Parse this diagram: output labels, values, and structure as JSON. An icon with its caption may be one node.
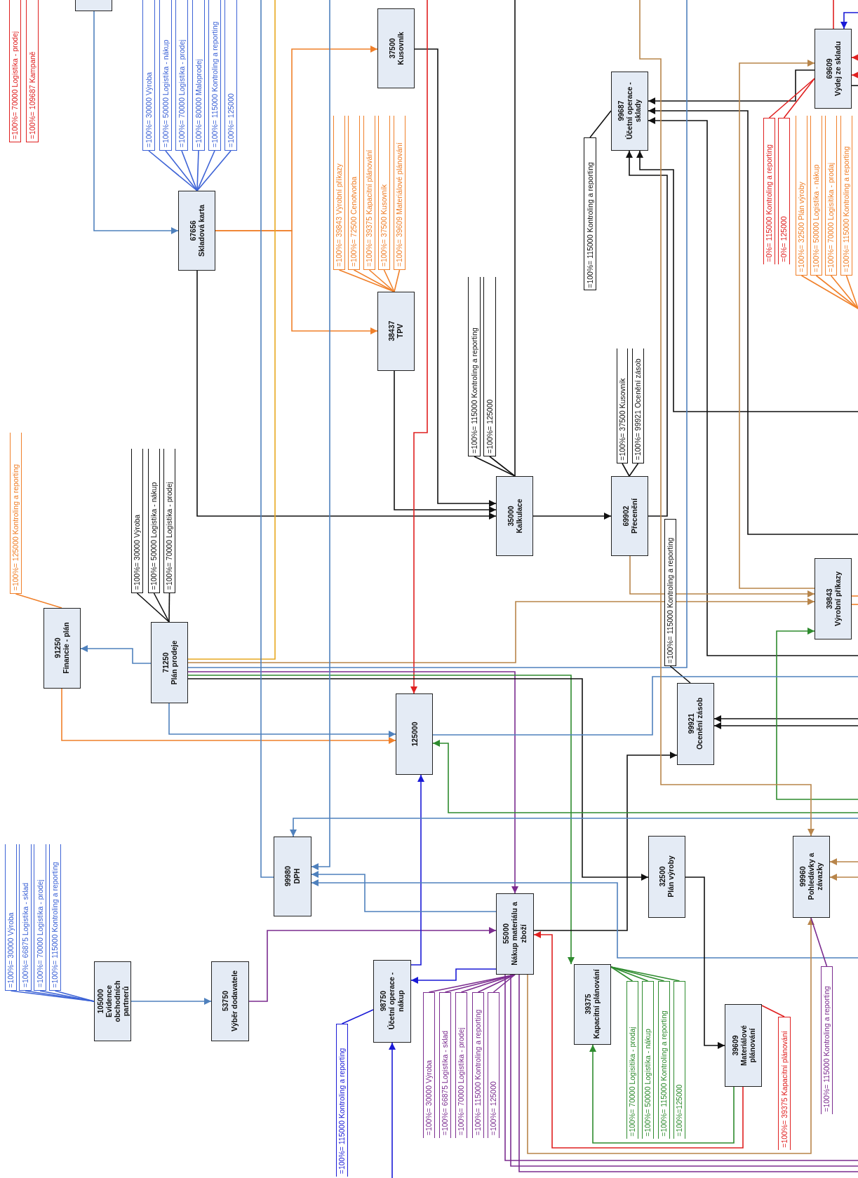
{
  "diagram": {
    "nodes": [
      {
        "text": [],
        "shape": "box"
      },
      {
        "text": [
          "=100%= 70000 Logistika - prodej"
        ]
      },
      {
        "text": [
          "=100%= 109687 Kampaně"
        ]
      },
      {
        "text": [
          "=100%= 30000 Výroba"
        ]
      },
      {
        "text": [
          "=100%= 50000 Logistika - nákup"
        ]
      },
      {
        "text": [
          "=100%= 70000 Logistika - prodej"
        ]
      },
      {
        "text": [
          "=100%= 80000 Maloprodej"
        ]
      },
      {
        "text": [
          "=100%= 115000 Kontroling a reporting"
        ]
      },
      {
        "text": [
          "=100%= 125000"
        ]
      },
      {
        "text": [
          "67656",
          "Skladová karta"
        ]
      },
      {
        "text": [
          "37500",
          "Kusovník"
        ]
      },
      {
        "text": [
          "=100%= 39843 Výrobní příkazy"
        ]
      },
      {
        "text": [
          "=100%= 72500 Cenotvorba"
        ]
      },
      {
        "text": [
          "=100%= 39375 Kapacitní plánování"
        ]
      },
      {
        "text": [
          "=100%= 37500 Kusovník"
        ]
      },
      {
        "text": [
          "=100%= 39609 Materiálové plánování"
        ]
      },
      {
        "text": [
          "38437",
          "TPV"
        ]
      },
      {
        "text": [
          "99687",
          "Účetní operace - sklady"
        ]
      },
      {
        "text": [
          "=100%= 115000 Kontroling a reporting"
        ]
      },
      {
        "text": [
          "69609",
          "Výdej ze skladu"
        ]
      },
      {
        "text": [
          "=0%= 115000 Kontroling a reporting"
        ]
      },
      {
        "text": [
          "=0%= 125000"
        ]
      },
      {
        "text": [
          "=100%= 32500 Plán výroby"
        ]
      },
      {
        "text": [
          "=100%= 50000 Logistika - nákup"
        ]
      },
      {
        "text": [
          "=100%= 70000 Logisitika - prodaj"
        ]
      },
      {
        "text": [
          "=100%= 115000 Kontroling a reporting"
        ]
      },
      {
        "text": [
          "=100%= 115000 Kontroling a reporting"
        ]
      },
      {
        "text": [
          "=100%= 125000"
        ]
      },
      {
        "text": [
          "35000",
          "Kalkulace"
        ]
      },
      {
        "text": [
          "=100%= 37500 Kusovník"
        ]
      },
      {
        "text": [
          "=100%= 99921 Ocenění zásob"
        ]
      },
      {
        "text": [
          "69902",
          "Přecenění"
        ]
      },
      {
        "text": [
          "=100%= 125000 Kontroling a reporting"
        ]
      },
      {
        "text": [
          "91250",
          "Financie - plán"
        ]
      },
      {
        "text": [
          "=100%= 30000 Výroba"
        ]
      },
      {
        "text": [
          "=100%= 50000 Logistika - nákup"
        ]
      },
      {
        "text": [
          "=100%= 70000 Logistika - prodej"
        ]
      },
      {
        "text": [
          "71250",
          "Plán prodeje"
        ]
      },
      {
        "text": [
          "=100%= 115000 Kontroling a reporting"
        ]
      },
      {
        "text": [
          "39843",
          "Výrobní příkazy"
        ]
      },
      {
        "text": [
          "125000"
        ]
      },
      {
        "text": [
          "99921",
          "Ocenění zásob"
        ]
      },
      {
        "text": [
          "=100%= 30000 Výroba"
        ]
      },
      {
        "text": [
          "=100%= 66875 Logistika - sklad"
        ]
      },
      {
        "text": [
          "=100%= 70000 Logistika - prodej"
        ]
      },
      {
        "text": [
          "=100%= 115000 Kontroling a reporting"
        ]
      },
      {
        "text": [
          "99980",
          "DPH"
        ]
      },
      {
        "text": [
          "105000",
          "Evidence obchodních partnerů"
        ]
      },
      {
        "text": [
          "53750",
          "Výběr dodavatele"
        ]
      },
      {
        "text": [
          "98750",
          "Účetní operace - nákup"
        ]
      },
      {
        "text": [
          "=100%= 115000 Kontroling a reporting"
        ]
      },
      {
        "text": [
          "55000",
          "Nákup materiálu a zboží"
        ]
      },
      {
        "text": [
          "32500",
          "Plán výroby"
        ]
      },
      {
        "text": [
          "99960",
          "Pohledávky a závazky"
        ]
      },
      {
        "text": [
          "39375",
          "Kapacitní plánování"
        ]
      },
      {
        "text": [
          "=100%= 30000 Výroba"
        ]
      },
      {
        "text": [
          "=100%= 66875 Logistika - sklad"
        ]
      },
      {
        "text": [
          "=100%= 70000 Logistika - prodej"
        ]
      },
      {
        "text": [
          "=100%= 115000 Kontroling a reporting"
        ]
      },
      {
        "text": [
          "=100%= 125000"
        ]
      },
      {
        "text": [
          "=100%= 70000 Logisitika - prodaj"
        ]
      },
      {
        "text": [
          "=100%= 50000 Logistika - nákup"
        ]
      },
      {
        "text": [
          "=100%= 115000 Kontroling a reporting"
        ]
      },
      {
        "text": [
          "=100%=125000"
        ]
      },
      {
        "text": [
          "39609",
          "Materiálové plánování"
        ]
      },
      {
        "text": [
          "=100%= 39375 Kapacitní plánování"
        ]
      },
      {
        "text": [
          "=100%= 115000 Kontroling a reporting"
        ]
      }
    ],
    "edges": [
      {
        "from": 0,
        "to": 9,
        "arrow": "to",
        "color": "#4f81bd"
      },
      {
        "from": 9,
        "to": 10,
        "arrow": "to",
        "color": "#f0802a"
      },
      {
        "from": 9,
        "to": 16,
        "arrow": "to",
        "color": "#f0802a"
      },
      {
        "from": 3,
        "to": 9,
        "arrow": "none",
        "color": "#3d63d6"
      },
      {
        "from": 4,
        "to": 9,
        "arrow": "none",
        "color": "#3d63d6"
      },
      {
        "from": 5,
        "to": 9,
        "arrow": "none",
        "color": "#3d63d6"
      },
      {
        "from": 6,
        "to": 9,
        "arrow": "none",
        "color": "#3d63d6"
      },
      {
        "from": 7,
        "to": 9,
        "arrow": "none",
        "color": "#3d63d6"
      },
      {
        "from": 8,
        "to": 9,
        "arrow": "none",
        "color": "#3d63d6"
      },
      {
        "from": 11,
        "to": 16,
        "arrow": "none",
        "color": "#f0802a"
      },
      {
        "from": 12,
        "to": 16,
        "arrow": "none",
        "color": "#f0802a"
      },
      {
        "from": 13,
        "to": 16,
        "arrow": "none",
        "color": "#f0802a"
      },
      {
        "from": 14,
        "to": 16,
        "arrow": "none",
        "color": "#f0802a"
      },
      {
        "from": 15,
        "to": 16,
        "arrow": "none",
        "color": "#f0802a"
      },
      {
        "from": 10,
        "to": 28,
        "arrow": "to"
      },
      {
        "from": 16,
        "to": 28,
        "arrow": "to"
      },
      {
        "from": 9,
        "to": 28,
        "arrow": "to"
      },
      {
        "from": null,
        "to": 28,
        "arrow": "none"
      },
      {
        "from": 26,
        "to": 28,
        "arrow": "none"
      },
      {
        "from": 27,
        "to": 28,
        "arrow": "none"
      },
      {
        "from": 28,
        "to": 31,
        "arrow": "to"
      },
      {
        "from": 29,
        "to": 31,
        "arrow": "none"
      },
      {
        "from": 30,
        "to": 31,
        "arrow": "none"
      },
      {
        "from": 31,
        "to": 17,
        "arrow": "to"
      },
      {
        "from": null,
        "to": 17,
        "arrow": "to"
      },
      {
        "from": 18,
        "to": 17,
        "arrow": "none"
      },
      {
        "from": 19,
        "to": 17,
        "arrow": "to"
      },
      {
        "from": null,
        "to": 17,
        "arrow": "to"
      },
      {
        "from": null,
        "to": 17,
        "arrow": "to"
      },
      {
        "from": 20,
        "to": 19,
        "arrow": "none",
        "color": "#e02020"
      },
      {
        "from": 21,
        "to": 19,
        "arrow": "none",
        "color": "#e02020"
      },
      {
        "from": 22,
        "to": null,
        "arrow": "none",
        "color": "#f0802a"
      },
      {
        "from": 23,
        "to": null,
        "arrow": "none",
        "color": "#f0802a"
      },
      {
        "from": 24,
        "to": null,
        "arrow": "none",
        "color": "#f0802a"
      },
      {
        "from": 25,
        "to": null,
        "arrow": "none",
        "color": "#f0802a"
      },
      {
        "from": null,
        "to": 19,
        "arrow": "to",
        "color": "#1a1ad6"
      },
      {
        "from": null,
        "to": 19,
        "arrow": "none",
        "color": "#e02020"
      },
      {
        "from": null,
        "to": 19,
        "arrow": "to",
        "color": "#e02020"
      },
      {
        "from": null,
        "to": 19,
        "arrow": "to",
        "color": "#e02020"
      },
      {
        "from": 19,
        "to": null,
        "arrow": "none"
      },
      {
        "from": 39,
        "to": 19,
        "arrow": "to",
        "color": "#b8854a"
      },
      {
        "from": 31,
        "to": 39,
        "arrow": "to",
        "color": "#b8854a"
      },
      {
        "from": 37,
        "to": 39,
        "arrow": "to",
        "color": "#b8854a"
      },
      {
        "from": 32,
        "to": 33,
        "arrow": "none",
        "color": "#f0802a"
      },
      {
        "from": 34,
        "to": 37,
        "arrow": "none"
      },
      {
        "from": 35,
        "to": 37,
        "arrow": "none"
      },
      {
        "from": 36,
        "to": 37,
        "arrow": "none"
      },
      {
        "from": 37,
        "to": 33,
        "arrow": "to",
        "color": "#4f81bd"
      },
      {
        "from": 33,
        "to": 40,
        "arrow": "to",
        "color": "#f0802a"
      },
      {
        "from": 37,
        "to": 40,
        "arrow": "to",
        "color": "#4f81bd"
      },
      {
        "from": null,
        "to": 40,
        "arrow": "to",
        "color": "#e02020"
      },
      {
        "from": 37,
        "to": null,
        "arrow": "none",
        "color": "#e8a820"
      },
      {
        "from": 37,
        "to": null,
        "arrow": "none",
        "color": "#4f81bd"
      },
      {
        "from": 37,
        "to": 51,
        "arrow": "to",
        "color": "#7b2c8f"
      },
      {
        "from": 37,
        "to": 54,
        "arrow": "to",
        "color": "#2e8b2e"
      },
      {
        "from": 37,
        "to": 52,
        "arrow": "to"
      },
      {
        "from": 38,
        "to": 41,
        "arrow": "none"
      },
      {
        "from": 51,
        "to": 41,
        "arrow": "to"
      },
      {
        "from": null,
        "to": 41,
        "arrow": "to"
      },
      {
        "from": null,
        "to": 41,
        "arrow": "to"
      },
      {
        "from": null,
        "to": 39,
        "arrow": "to",
        "color": "#2e8b2e"
      },
      {
        "from": null,
        "to": 40,
        "arrow": "to",
        "color": "#2e8b2e"
      },
      {
        "from": 39,
        "to": null,
        "arrow": "none",
        "color": "#f0802a"
      },
      {
        "from": 39,
        "to": null,
        "arrow": "none",
        "color": "#f0802a"
      },
      {
        "from": 42,
        "to": 47,
        "arrow": "none",
        "color": "#3d63d6"
      },
      {
        "from": 43,
        "to": 47,
        "arrow": "none",
        "color": "#3d63d6"
      },
      {
        "from": 44,
        "to": 47,
        "arrow": "none",
        "color": "#3d63d6"
      },
      {
        "from": 45,
        "to": 47,
        "arrow": "none",
        "color": "#3d63d6"
      },
      {
        "from": 47,
        "to": 48,
        "arrow": "to",
        "color": "#4f81bd"
      },
      {
        "from": 48,
        "to": 51,
        "arrow": "to",
        "color": "#7b2c8f"
      },
      {
        "from": 51,
        "to": 49,
        "arrow": "to",
        "color": "#1a1ad6"
      },
      {
        "from": 49,
        "to": 40,
        "arrow": "to",
        "color": "#1a1ad6"
      },
      {
        "from": 50,
        "to": 49,
        "arrow": "none",
        "color": "#1a1ad6"
      },
      {
        "from": null,
        "to": 49,
        "arrow": "to",
        "color": "#1a1ad6"
      },
      {
        "from": null,
        "to": 46,
        "arrow": "to",
        "color": "#4f81bd"
      },
      {
        "from": null,
        "to": 46,
        "arrow": "to",
        "color": "#4f81bd"
      },
      {
        "from": 51,
        "to": 46,
        "arrow": "to",
        "color": "#4f81bd"
      },
      {
        "from": null,
        "to": 46,
        "arrow": "to",
        "color": "#4f81bd"
      },
      {
        "from": 46,
        "to": null,
        "arrow": "none",
        "color": "#4f81bd"
      },
      {
        "from": 40,
        "to": null,
        "arrow": "none",
        "color": "#4f81bd"
      },
      {
        "from": 64,
        "to": 51,
        "arrow": "to",
        "color": "#e02020"
      },
      {
        "from": 64,
        "to": 54,
        "arrow": "to",
        "color": "#2e8b2e"
      },
      {
        "from": 52,
        "to": 64,
        "arrow": "to"
      },
      {
        "from": 51,
        "to": 53,
        "arrow": "to",
        "color": "#b8854a"
      },
      {
        "from": 66,
        "to": 53,
        "arrow": "none",
        "color": "#7b2c8f"
      },
      {
        "from": null,
        "to": 53,
        "arrow": "to",
        "color": "#b8854a"
      },
      {
        "from": null,
        "to": 53,
        "arrow": "to",
        "color": "#b8854a"
      },
      {
        "from": null,
        "to": 53,
        "arrow": "to",
        "color": "#b8854a"
      },
      {
        "from": 60,
        "to": 54,
        "arrow": "none",
        "color": "#2e8b2e"
      },
      {
        "from": 61,
        "to": 54,
        "arrow": "none",
        "color": "#2e8b2e"
      },
      {
        "from": 62,
        "to": 54,
        "arrow": "none",
        "color": "#2e8b2e"
      },
      {
        "from": 63,
        "to": 54,
        "arrow": "none",
        "color": "#2e8b2e"
      },
      {
        "from": 65,
        "to": 64,
        "arrow": "none",
        "color": "#e02020"
      },
      {
        "from": 55,
        "to": 51,
        "arrow": "none",
        "color": "#7b2c8f"
      },
      {
        "from": 56,
        "to": 51,
        "arrow": "none",
        "color": "#7b2c8f"
      },
      {
        "from": 57,
        "to": 51,
        "arrow": "none",
        "color": "#7b2c8f"
      },
      {
        "from": 58,
        "to": 51,
        "arrow": "none",
        "color": "#7b2c8f"
      },
      {
        "from": 59,
        "to": 51,
        "arrow": "none",
        "color": "#7b2c8f"
      },
      {
        "from": 51,
        "to": null,
        "arrow": "none",
        "color": "#7b2c8f"
      },
      {
        "from": 51,
        "to": null,
        "arrow": "none",
        "color": "#7b2c8f"
      },
      {
        "from": 51,
        "to": null,
        "arrow": "none",
        "color": "#7b2c8f"
      }
    ]
  }
}
